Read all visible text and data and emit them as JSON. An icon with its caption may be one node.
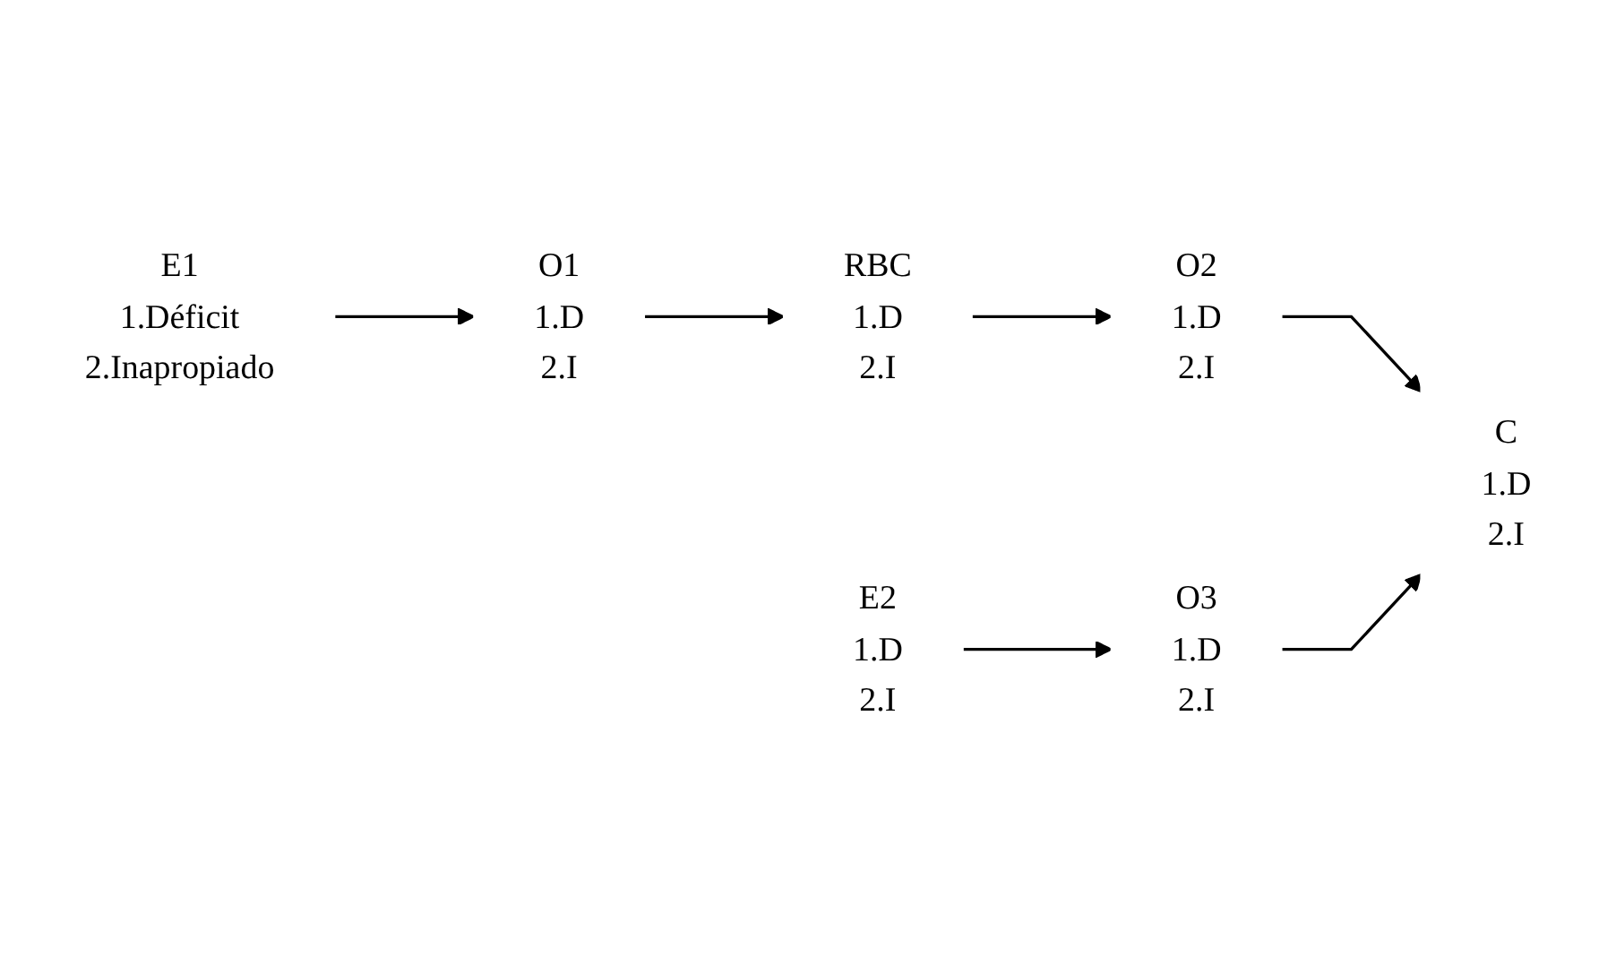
{
  "diagram": {
    "nodes": [
      {
        "text": [
          "E1",
          "1.Déficit",
          "2.Inapropiado"
        ]
      },
      {
        "text": [
          "O1",
          "1.D",
          "2.I"
        ]
      },
      {
        "text": [
          "RBC",
          "1.D",
          "2.I"
        ]
      },
      {
        "text": [
          "O2",
          "1.D",
          "2.I"
        ]
      },
      {
        "text": [
          "C",
          "1.D",
          "2.I"
        ]
      },
      {
        "text": [
          "O3",
          "1.D",
          "2.I"
        ]
      },
      {
        "text": [
          "E2",
          "1.D",
          "2.I"
        ]
      }
    ],
    "edges": [
      {
        "from": 0,
        "to": 1,
        "arrow": "to"
      },
      {
        "from": 1,
        "to": 2,
        "arrow": "to"
      },
      {
        "from": 2,
        "to": 3,
        "arrow": "to"
      },
      {
        "from": 3,
        "to": 4,
        "arrow": "to"
      },
      {
        "from": 5,
        "to": 4,
        "arrow": "to"
      },
      {
        "from": 6,
        "to": 5,
        "arrow": "to"
      }
    ]
  }
}
